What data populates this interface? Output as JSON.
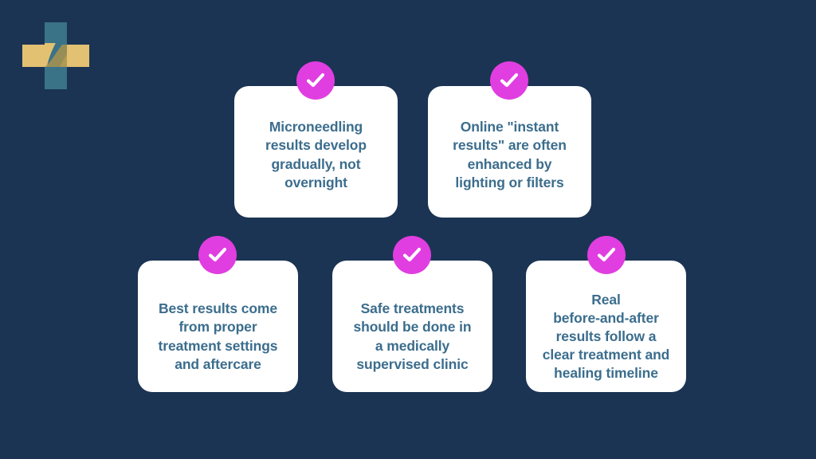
{
  "slide": {
    "background_color": "#1b3453",
    "card_color": "#ffffff",
    "text_color": "#3b6d8d",
    "badge_color": "#e03ee0",
    "badge_check_color": "#ffffff"
  },
  "logo": {
    "name": "medical-cross-logo",
    "teal_color": "#3a7287",
    "gold_color": "#e2c173"
  },
  "cards": [
    {
      "id": "card-1",
      "text": "Microneedling\nresults develop\ngradually, not\novernight",
      "icon": "check-circle-icon"
    },
    {
      "id": "card-2",
      "text": "Online \"instant\nresults\" are often\nenhanced by\nlighting or filters",
      "icon": "check-circle-icon"
    },
    {
      "id": "card-3",
      "text": "Best results come\nfrom proper\ntreatment settings\nand aftercare",
      "icon": "check-circle-icon"
    },
    {
      "id": "card-4",
      "text": "Safe treatments\nshould be done in\na medically\nsupervised clinic",
      "icon": "check-circle-icon"
    },
    {
      "id": "card-5",
      "text": "Real\nbefore-and-after\nresults follow a\nclear treatment and\nhealing timeline",
      "icon": "check-circle-icon"
    }
  ]
}
